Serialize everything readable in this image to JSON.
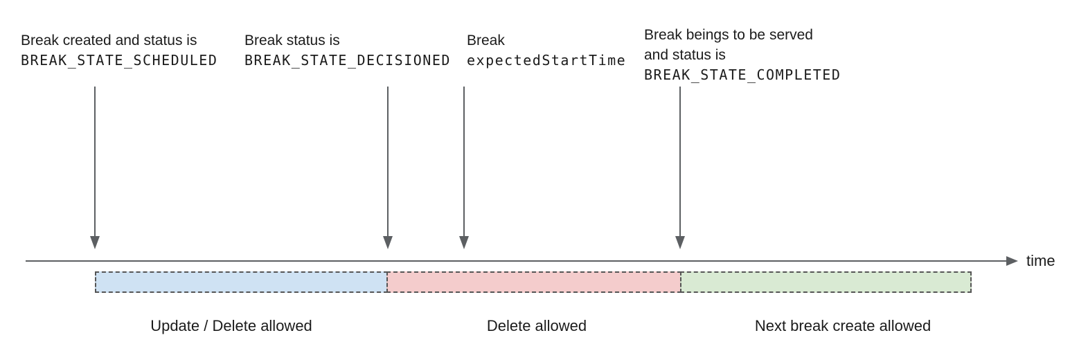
{
  "annotations": [
    {
      "text_lines": [
        "Break created and status is"
      ],
      "code_line": "BREAK_STATE_SCHEDULED"
    },
    {
      "text_lines": [
        "Break status is"
      ],
      "code_line": "BREAK_STATE_DECISIONED"
    },
    {
      "text_lines": [
        "Break"
      ],
      "code_line": "expectedStartTime"
    },
    {
      "text_lines": [
        "Break beings to be served",
        "and status is"
      ],
      "code_line": "BREAK_STATE_COMPLETED"
    }
  ],
  "timeline": {
    "axis_label": "time"
  },
  "segments": [
    {
      "label": "Update / Delete allowed",
      "fill": "#cfe2f3"
    },
    {
      "label": "Delete allowed",
      "fill": "#f4cccc"
    },
    {
      "label": "Next break create allowed",
      "fill": "#d9ead3"
    }
  ],
  "colors": {
    "arrow": "#5c5f62",
    "segment_border": "#555555",
    "text": "#1b1b1b"
  }
}
